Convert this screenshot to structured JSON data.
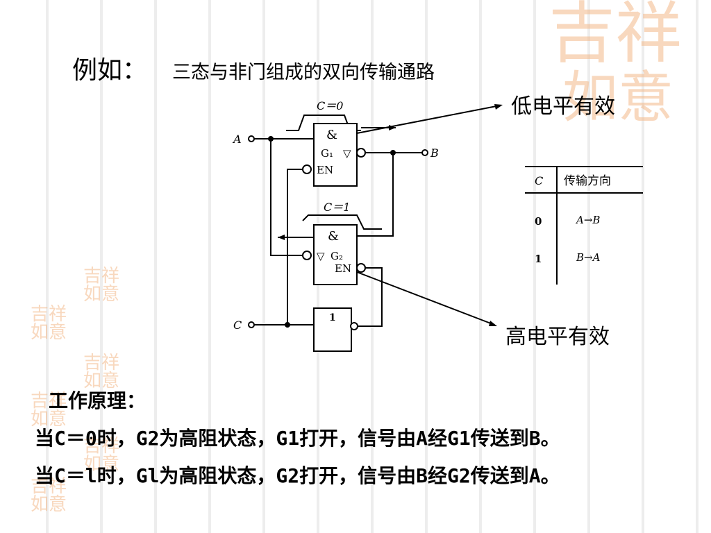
{
  "title": "例如：",
  "subtitle": "三态与非门组成的双向传输通路",
  "annotations": {
    "low_active": "低电平有效",
    "high_active": "高电平有效"
  },
  "circuit": {
    "input_a": "A",
    "input_b": "B",
    "input_c": "C",
    "label_c0": "C＝0",
    "label_c1": "C＝1",
    "g1_symbol": "&",
    "g1_name": "G₁",
    "g1_tri": "▽",
    "g1_en": "EN",
    "g2_symbol": "&",
    "g2_name": "G₂",
    "g2_tri": "▽",
    "g2_en": "EN",
    "not_symbol": "1"
  },
  "table": {
    "headers": [
      "C",
      "传输方向"
    ],
    "rows": [
      [
        "0",
        "A→B"
      ],
      [
        "1",
        "B→A"
      ]
    ]
  },
  "principle_title": "工作原理：",
  "principle_lines": [
    "当C＝0时，G2为高阻状态，G1打开，信号由A经G1传送到B。",
    "当C＝l时，Gl为高阻状态，G2打开，信号由B经G2传送到A。"
  ],
  "decoration": "吉祥如意"
}
